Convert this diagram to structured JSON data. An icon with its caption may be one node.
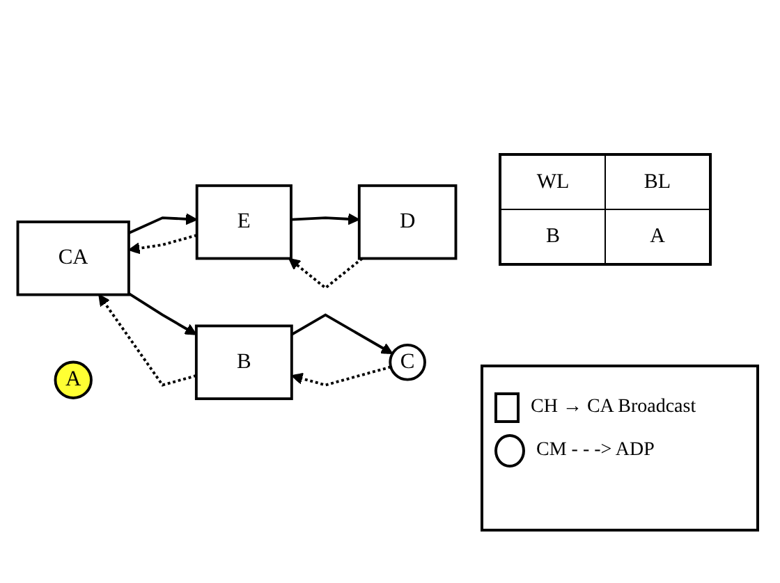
{
  "diagram": {
    "nodes": [
      {
        "text": [
          "CA"
        ]
      },
      {
        "text": [
          "E"
        ]
      },
      {
        "text": [
          "D"
        ]
      },
      {
        "text": [
          "A"
        ]
      },
      {
        "text": [
          "B"
        ]
      },
      {
        "text": [
          "C"
        ]
      }
    ],
    "edges": [
      {
        "from": 0,
        "to": 1,
        "arrow": "to"
      },
      {
        "from": 1,
        "to": 0,
        "arrow": "to",
        "style": "dashed"
      },
      {
        "from": 0,
        "to": 4,
        "arrow": "to"
      },
      {
        "from": 4,
        "to": 0,
        "arrow": "to",
        "style": "dashed"
      },
      {
        "from": 1,
        "to": 2,
        "arrow": "to"
      },
      {
        "from": 2,
        "to": 1,
        "arrow": "to",
        "style": "dashed"
      },
      {
        "from": 4,
        "to": 5,
        "arrow": "to"
      },
      {
        "from": 5,
        "to": 4,
        "arrow": "to",
        "style": "dashed"
      }
    ],
    "labels": [
      "WL",
      "BL",
      "B",
      "A"
    ],
    "legend": [
      {
        "text": "CH → CA Broadcast"
      },
      {
        "text": "CM - - -> ADP"
      }
    ]
  }
}
